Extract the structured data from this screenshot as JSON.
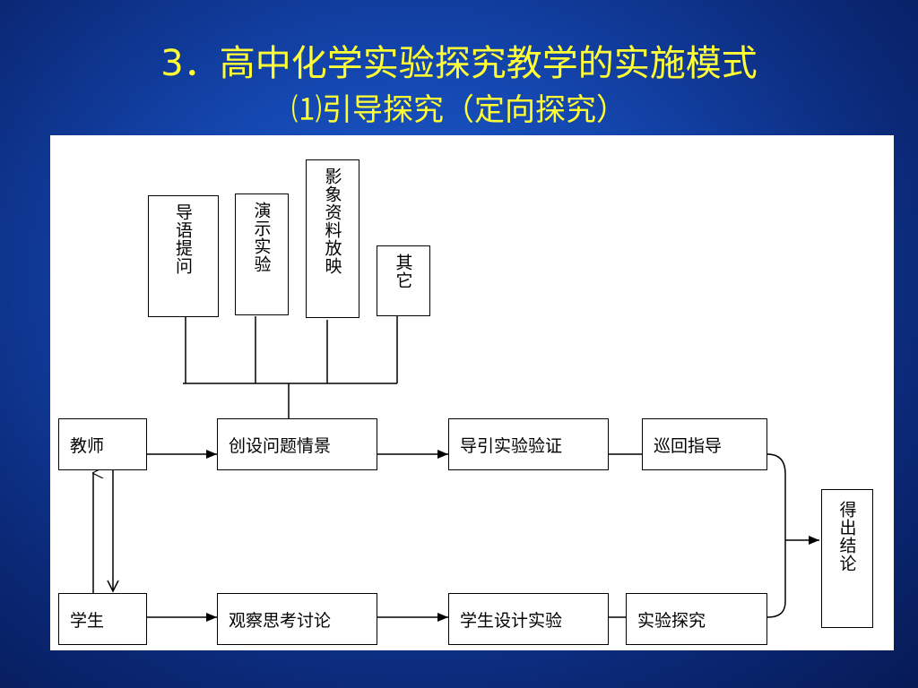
{
  "title_line1": "3．高中化学实验探究教学的实施模式",
  "title_line2": "⑴引导探究（定向探究）",
  "diagram": {
    "top_boxes": [
      "导语提问",
      "演示实验",
      "影象资料放映",
      "其它"
    ],
    "teacher": "教师",
    "student": "学生",
    "teacher_row": [
      "创设问题情景",
      "导引实验验证",
      "巡回指导"
    ],
    "student_row": [
      "观察思考讨论",
      "学生设计实验",
      "实验探究"
    ],
    "conclusion": "得出结论"
  }
}
